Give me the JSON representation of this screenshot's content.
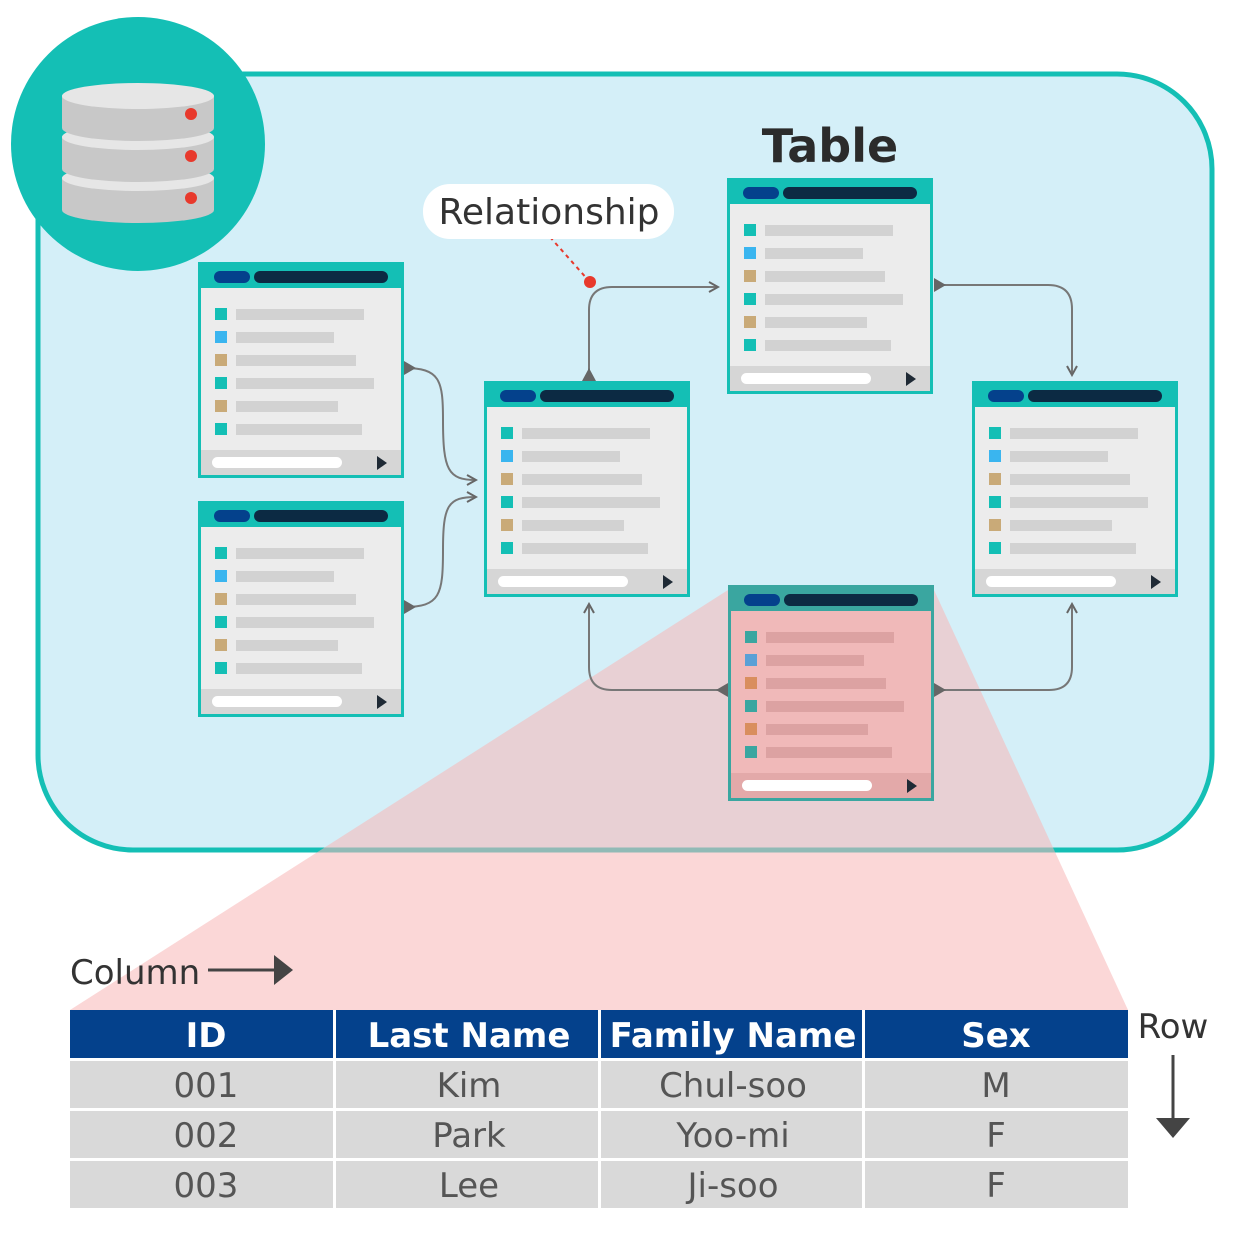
{
  "labels": {
    "table": "Table",
    "relationship": "Relationship",
    "column": "Column",
    "row": "Row"
  },
  "data_table": {
    "headers": [
      "ID",
      "Last Name",
      "Family Name",
      "Sex"
    ],
    "rows": [
      [
        "001",
        "Kim",
        "Chul-soo",
        "M"
      ],
      [
        "002",
        "Park",
        "Yoo-mi",
        "F"
      ],
      [
        "003",
        "Lee",
        "Ji-soo",
        "F"
      ]
    ]
  },
  "icons": {
    "database": "database-icon",
    "arrow_right": "arrow-right-icon",
    "arrow_down": "arrow-down-icon",
    "play": "play-icon"
  },
  "colors": {
    "teal": "#14bfb5",
    "panel_bg": "#d4eff8",
    "header_blue": "#04418c",
    "row_gray": "#d9d9d9",
    "highlight_pink": "#fcd6d6",
    "swatch_teal": "#14bfb5",
    "swatch_blue": "#3ab5ef",
    "swatch_tan": "#c9aa78"
  }
}
